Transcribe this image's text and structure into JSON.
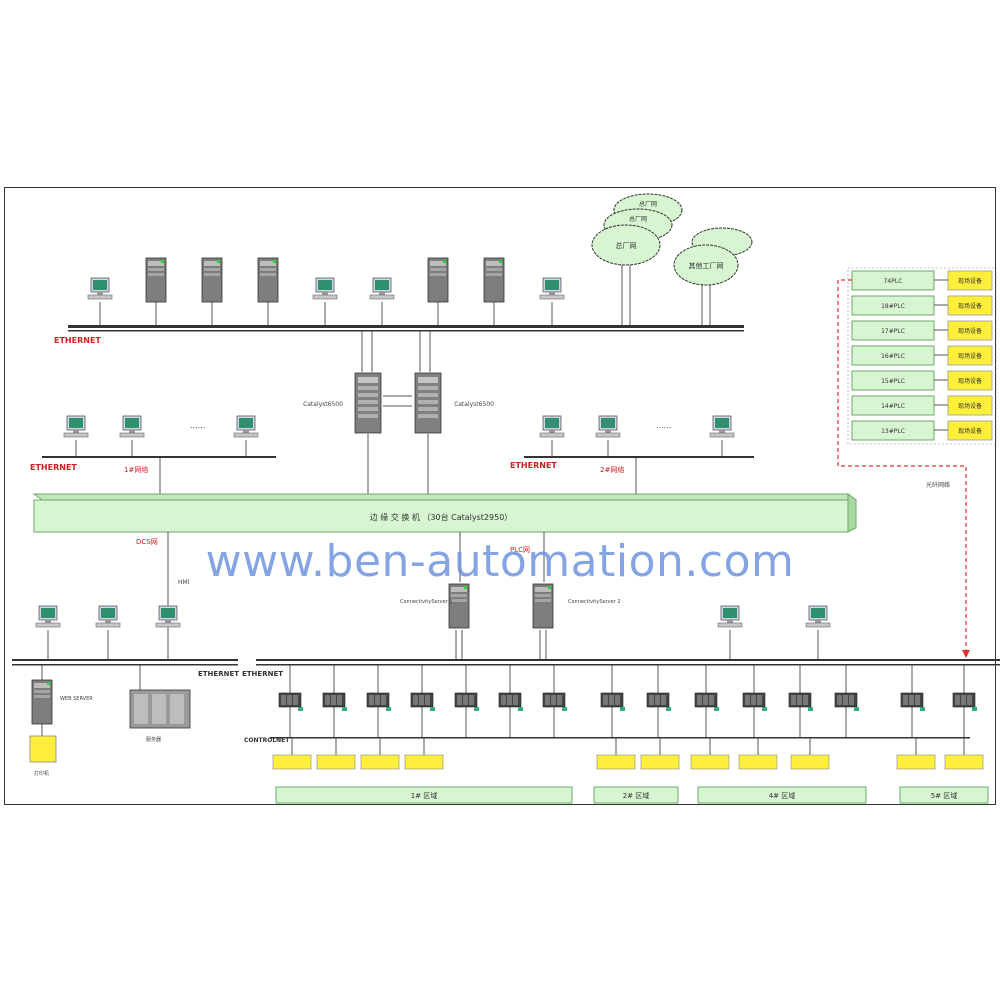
{
  "backbone": {
    "label": "边 缘 交 换 机 （30台 Catalyst2950）"
  },
  "core_switches": [
    {
      "label": "Catalyst6500"
    },
    {
      "label": "Catalyst6500"
    }
  ],
  "networks": {
    "top_ethernet": "ETHERNET",
    "left_ethernet": "ETHERNET",
    "left_network": "1#网络",
    "right_ethernet": "ETHERNET",
    "right_network": "2#网络",
    "dcs_link": "DCS网",
    "plc_link": "PLC网",
    "bottom_left_ethernet": "ETHERNET",
    "bottom_right_ethernet": "ETHERNET",
    "controlnet": "CONTROLNET"
  },
  "clouds": [
    {
      "label": "总厂网"
    },
    {
      "label": "总厂网"
    },
    {
      "label": "总厂网"
    },
    {
      "label": "其他工厂网"
    }
  ],
  "servers_bottom": [
    {
      "label": "ConnectivityServer 1"
    },
    {
      "label": "ConnectivityServer 2"
    }
  ],
  "left_bottom": {
    "hmi_label": "HMI",
    "server_label": "WEB SERVER",
    "rack_label": "服务器",
    "yellow_label": "打印机"
  },
  "plc_group": {
    "items": [
      {
        "label": "74PLC"
      },
      {
        "label": "18#PLC"
      },
      {
        "label": "17#PLC"
      },
      {
        "label": "16#PLC"
      },
      {
        "label": "15#PLC"
      },
      {
        "label": "14#PLC"
      },
      {
        "label": "13#PLC"
      }
    ],
    "tag_label": "现场设备",
    "link_label": "光纤网络"
  },
  "areas": [
    {
      "label": "1# 区域"
    },
    {
      "label": "2# 区域"
    },
    {
      "label": "4# 区域"
    },
    {
      "label": "5# 区域"
    }
  ],
  "watermark": "www.ben-automation.com",
  "colors": {
    "green_fill": "#d6f5d0",
    "green_stroke": "#6fa86a",
    "yellow_fill": "#ffef3a",
    "red_text": "#cc2222",
    "red_dash": "#e03030",
    "watermark": "#6f95e0"
  }
}
